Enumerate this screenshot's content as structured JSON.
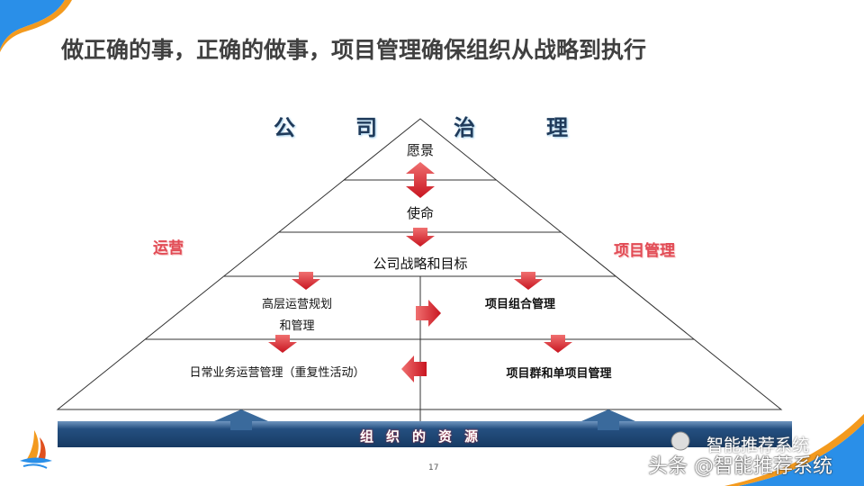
{
  "title": "做正确的事，正确的做事，项目管理确保组织从战略到执行",
  "governance": [
    "公",
    "司",
    "治",
    "理"
  ],
  "pyramid": {
    "vision": "愿景",
    "mission": "使命",
    "strategy": "公司战略和目标",
    "ops_planning_1": "高层运营规划",
    "ops_planning_2": "和管理",
    "portfolio": "项目组合管理",
    "daily_ops": "日常业务运营管理（重复性活动）",
    "programs": "项目群和单项目管理"
  },
  "side_left": "运营",
  "side_right": "项目管理",
  "resources": "组织的资源",
  "page_number": "17",
  "watermark": {
    "wechat": "智能推荐系统",
    "toutiao": "头条 @智能推荐系统"
  },
  "colors": {
    "arrow_red": "#d9252e",
    "bar_blue": "#1f4e7e",
    "accent_orange": "#f39a1e",
    "accent_blue": "#2a8fe8"
  }
}
